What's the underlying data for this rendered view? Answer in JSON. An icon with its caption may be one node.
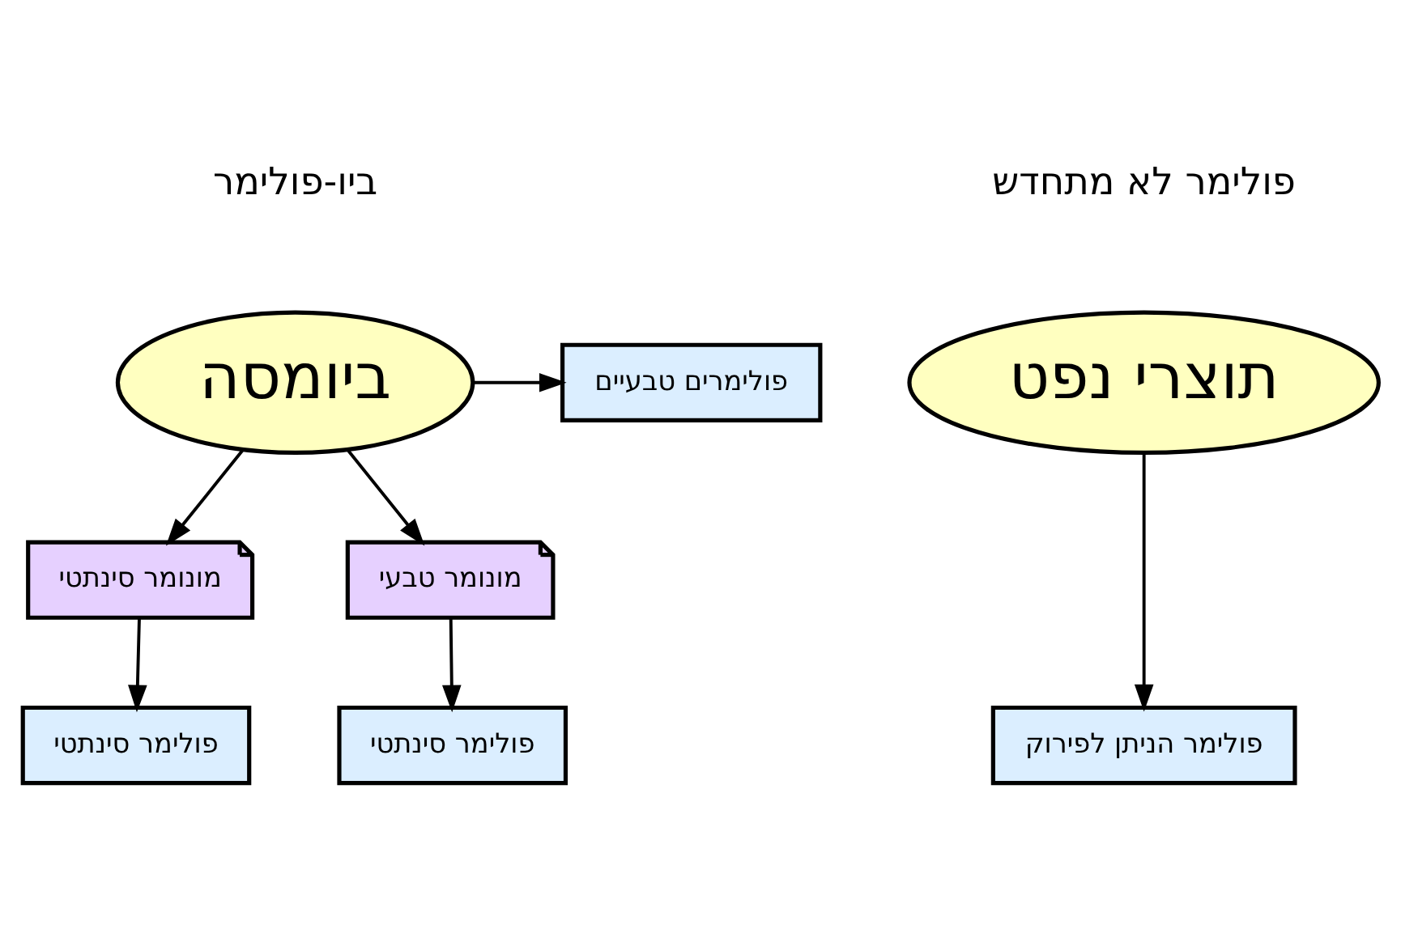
{
  "diagram": {
    "nodes": [
      {
        "text": [
          "ביומסה"
        ]
      },
      {
        "text": [
          "תוצרי נפט"
        ]
      },
      {
        "text": [
          "פולימרים טבעיים"
        ]
      },
      {
        "text": [
          "מונומר סינתטי"
        ]
      },
      {
        "text": [
          "מונומר טבעי"
        ]
      },
      {
        "text": [
          "פולימר סינתטי"
        ]
      },
      {
        "text": [
          "פולימר סינתטי"
        ]
      },
      {
        "text": [
          "פולימר הניתן לפירוק"
        ]
      }
    ],
    "edges": [
      {
        "from": 0,
        "to": 2,
        "arrow": "to"
      },
      {
        "from": 0,
        "to": 3,
        "arrow": "to"
      },
      {
        "from": 0,
        "to": 4,
        "arrow": "to"
      },
      {
        "from": 3,
        "to": 5,
        "arrow": "to"
      },
      {
        "from": 4,
        "to": 6,
        "arrow": "to"
      },
      {
        "from": 1,
        "to": 7,
        "arrow": "to"
      }
    ],
    "labels": [
      "ביו-פולימר",
      "פולימר לא מתחדש"
    ]
  }
}
